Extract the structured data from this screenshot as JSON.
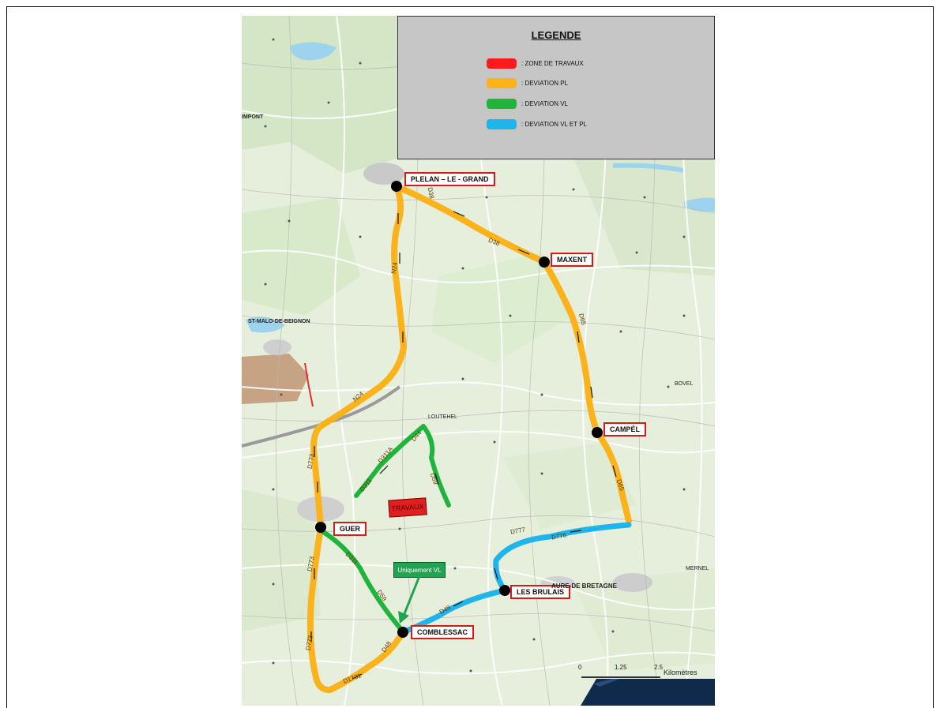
{
  "legend": {
    "title": "LEGENDE",
    "items": [
      {
        "label": ": ZONE DE TRAVAUX",
        "color": "#ff1a1a"
      },
      {
        "label": ": DEVIATION PL",
        "color": "#fbb21b"
      },
      {
        "label": ": DEVIATION VL",
        "color": "#1fb53c"
      },
      {
        "label": ": DEVIATION VL ET PL",
        "color": "#1fb4ec"
      }
    ]
  },
  "towns": {
    "plelan": "PLELAN – LE - GRAND",
    "maxent": "MAXENT",
    "campel": "CAMPÉL",
    "guer": "GUER",
    "les_brulais": "LES BRULAIS",
    "comblessac": "COMBLESSAC"
  },
  "roads": {
    "d38": "D38",
    "n24_a": "N24",
    "n24_b": "N24",
    "d65_a": "D65",
    "d65_b": "D65",
    "d773_a": "D773",
    "d773_b": "D773",
    "d773_c": "D773",
    "d311": "D311",
    "d311a": "D311A",
    "d44": "D44",
    "d59": "D59",
    "d311_b": "D311",
    "d48_a": "D48",
    "d48_b": "D48",
    "d776": "D776",
    "d777": "D777",
    "d59_b": "D59",
    "d1731": "D1731"
  },
  "map_labels": {
    "travaux": "TRAVAUX",
    "uniquement_vl": "Uniquement VL",
    "saint_malo": "ST-MALO-DE-BEIGNON",
    "loutehel": "LOUTEHEL",
    "maure": "AURE-DE BRETAGNE",
    "bovel": "BOVEL",
    "mernel": "MERNEL",
    "impont": "IMPONT"
  },
  "scale": {
    "zero": "0",
    "mid": "1.25",
    "end": "2.5",
    "unit": "Kilomètres"
  },
  "colors": {
    "pl": "#fbb21b",
    "vl": "#1fb53c",
    "vlpl": "#1fb4ec",
    "works": "#ff1a1a"
  }
}
